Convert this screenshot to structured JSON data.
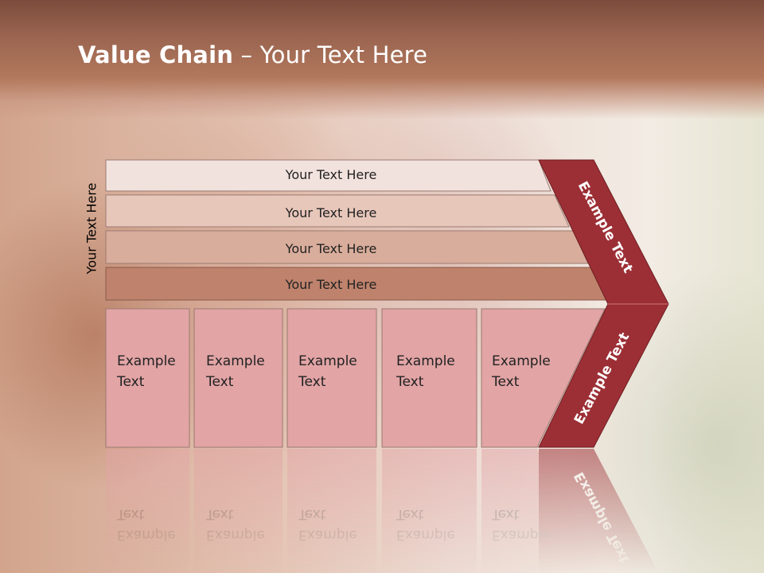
{
  "title": {
    "bold": "Value Chain",
    "rest": " – Your Text Here"
  },
  "y_label": "Your Text Here",
  "rows": [
    "Your Text Here",
    "Your Text Here",
    "Your Text Here",
    "Your Text Here"
  ],
  "cells": [
    {
      "line1": "Example",
      "line2": "Text"
    },
    {
      "line1": "Example",
      "line2": "Text"
    },
    {
      "line1": "Example",
      "line2": "Text"
    },
    {
      "line1": "Example",
      "line2": "Text"
    },
    {
      "line1": "Example",
      "line2": "Text"
    }
  ],
  "chevron": {
    "upper": "Example Text",
    "lower": "Example Text"
  },
  "colors": {
    "chevron": "#9c2f35",
    "row1": "#f2e2de",
    "row2": "#e8c7bb",
    "row3": "#d9ad9b",
    "row4": "#bf826c",
    "cell": "#e2a4a5"
  }
}
